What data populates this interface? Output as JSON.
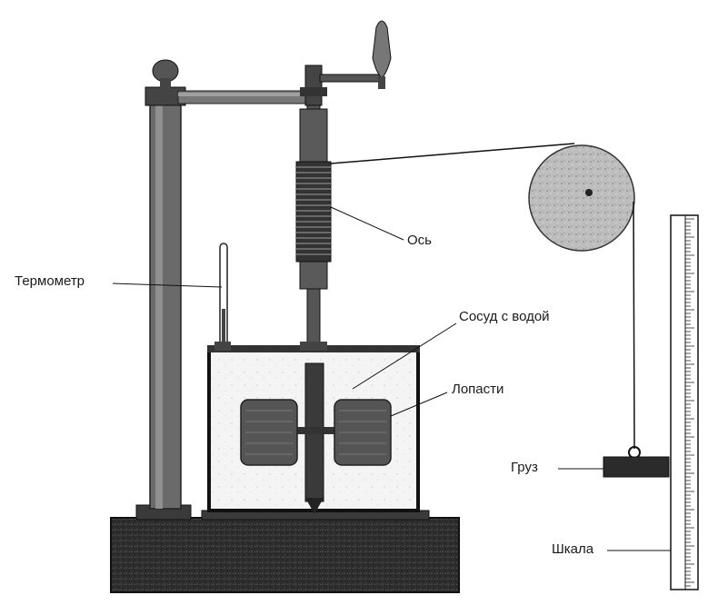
{
  "labels": {
    "thermometer": "Термометр",
    "axis": "Ось",
    "vessel": "Сосуд с водой",
    "blades": "Лопасти",
    "weight": "Груз",
    "scale": "Шкала"
  },
  "colors": {
    "ink": "#1a1a1a",
    "dark": "#2b2b2b",
    "mid": "#555555",
    "light": "#9a9a9a",
    "pulley": "#b5b5b5",
    "paper": "#ffffff"
  }
}
